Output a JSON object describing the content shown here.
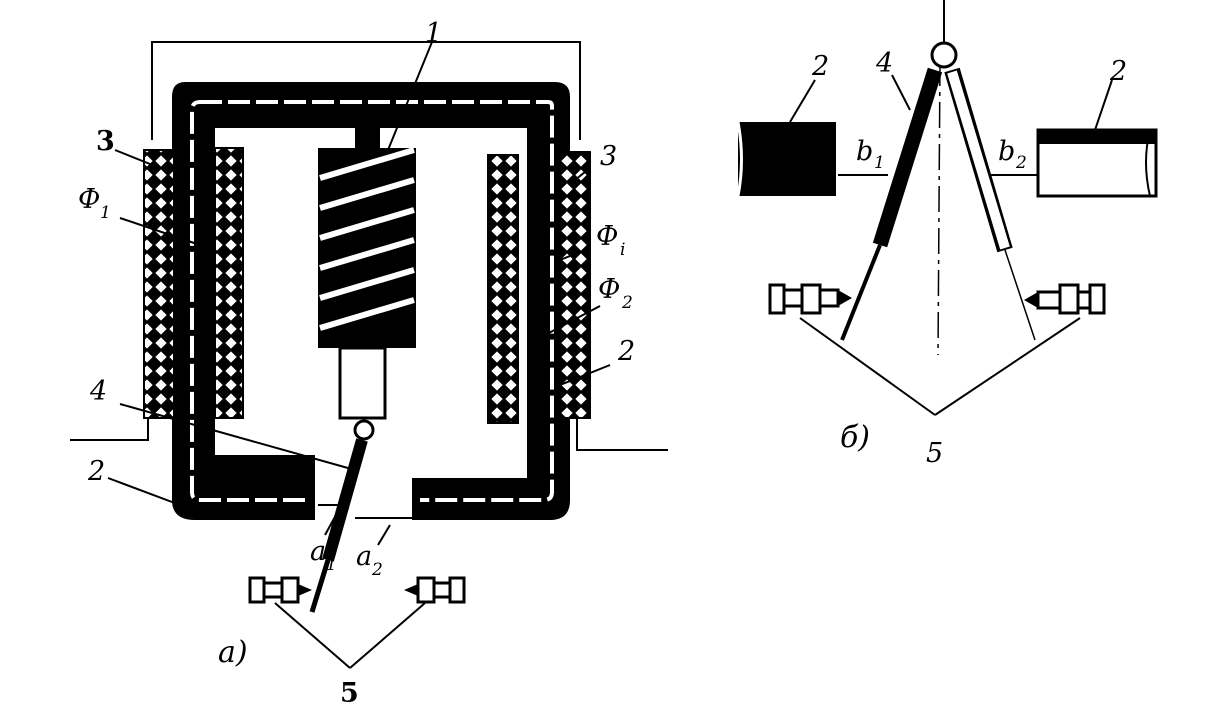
{
  "diagram": {
    "part_a": {
      "caption": "a)",
      "labels": {
        "core_top": "1",
        "coil_left": "3",
        "coil_right": "3",
        "flux_left_main": "Ф",
        "flux_left_sub": "1",
        "flux_right_i_main": "Ф",
        "flux_right_i_sub": "i",
        "flux_right_2_main": "Ф",
        "flux_right_2_sub": "2",
        "yoke_right": "2",
        "yoke_bottom": "2",
        "armature": "4",
        "gap_1_main": "a",
        "gap_1_sub": "1",
        "gap_2_main": "a",
        "gap_2_sub": "2",
        "contacts": "5"
      }
    },
    "part_b": {
      "caption": "б)",
      "labels": {
        "pole_left": "2",
        "pole_right": "2",
        "armature": "4",
        "gap_1_main": "b",
        "gap_1_sub": "1",
        "gap_2_main": "b",
        "gap_2_sub": "2",
        "contacts": "5"
      }
    }
  },
  "colors": {
    "ink": "#000000",
    "paper": "#ffffff"
  }
}
